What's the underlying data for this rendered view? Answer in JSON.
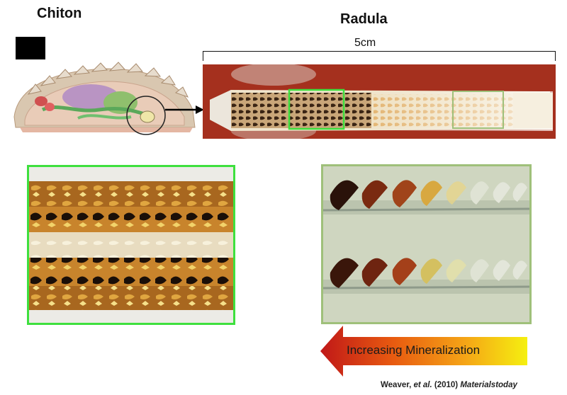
{
  "titles": {
    "chiton": "Chiton",
    "radula": "Radula"
  },
  "scale": {
    "label": "5cm"
  },
  "arrow": {
    "label": "Increasing Mineralization",
    "gradient_colors": [
      "#c01818",
      "#e85a10",
      "#f5a516",
      "#f5f010"
    ]
  },
  "citation": {
    "authors": "Weaver,",
    "etal": "et al.",
    "year": "(2010)",
    "journal": "Materialstoday"
  },
  "icons": [
    "chiton-anatomy-illustration",
    "radula-photo",
    "radula-detail-left",
    "radula-detail-right",
    "mineralization-arrow"
  ],
  "colors": {
    "frame_bright_green": "#3ee03e",
    "frame_pale_green": "#9fc07a",
    "radula_background": "#a5301e"
  }
}
